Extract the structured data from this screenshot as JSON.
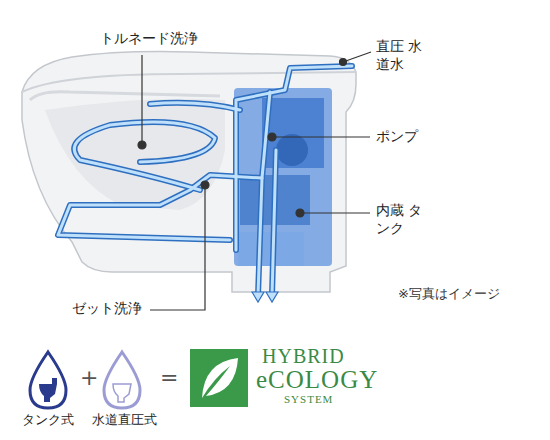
{
  "diagram": {
    "labels": [
      "トルネード洗浄",
      "直圧 水道水",
      "ポンプ",
      "内蔵 タンク",
      "ゼット洗浄",
      "※写真はイメージ",
      "+",
      "=",
      "HYBRID",
      "eCOLOGY",
      "SYSTEM",
      "タンク式",
      "水道直圧式"
    ]
  }
}
